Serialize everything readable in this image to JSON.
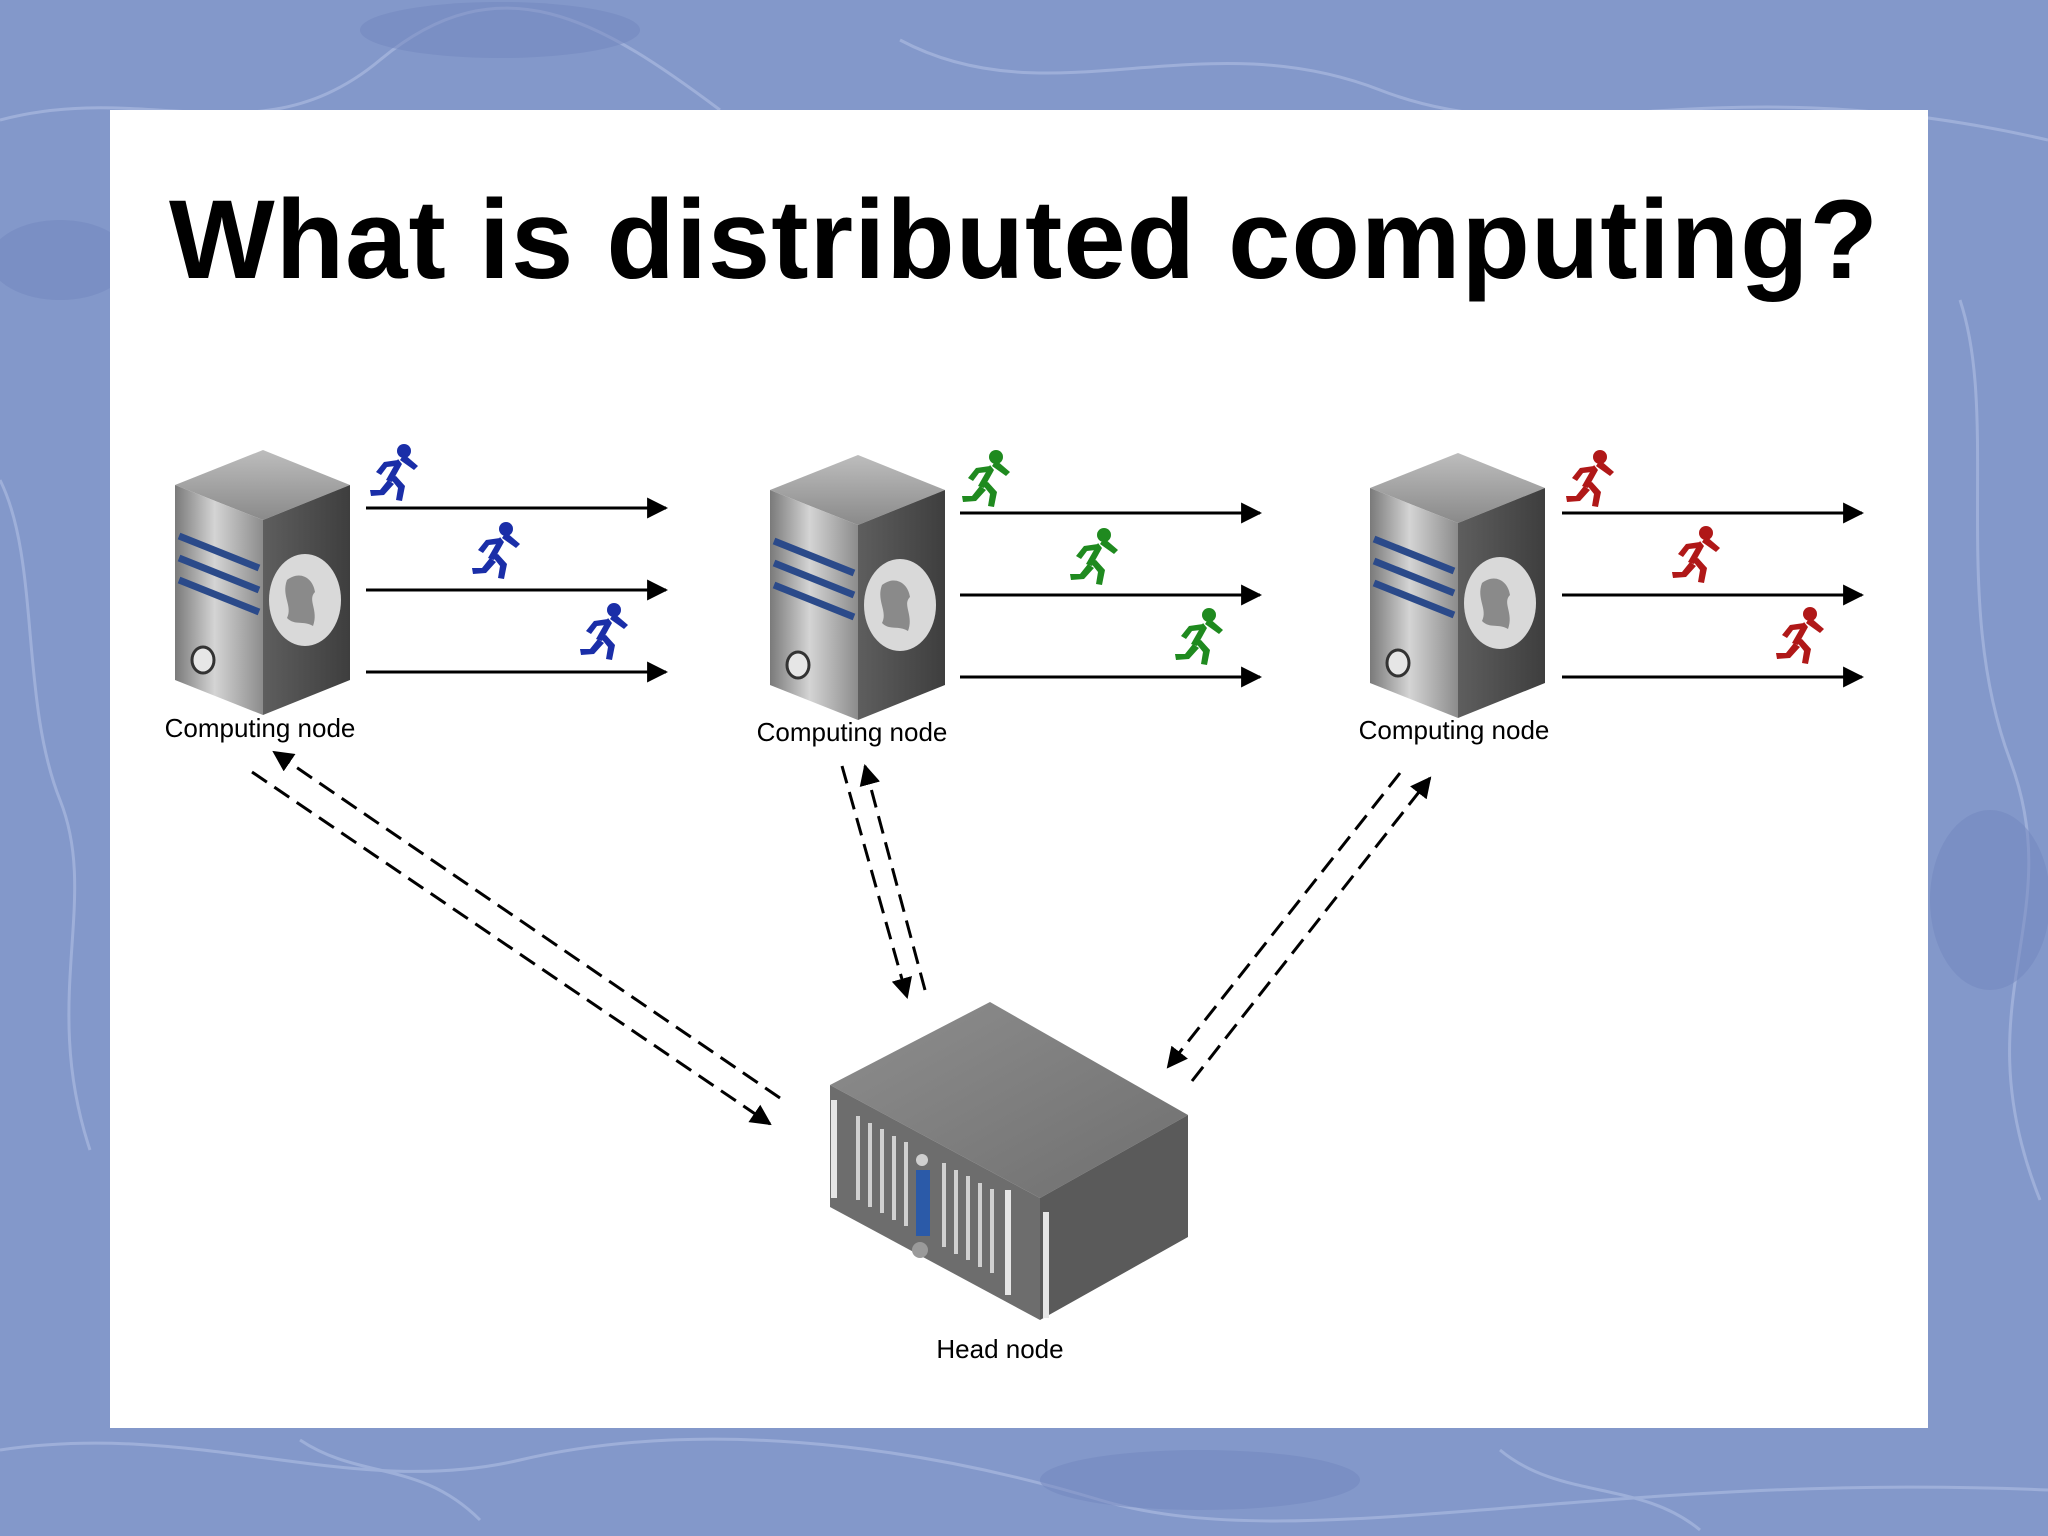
{
  "slide": {
    "title": "What is distributed computing?"
  },
  "diagram": {
    "computing_nodes": [
      {
        "label": "Computing node",
        "runner_color": "#1a2ea8"
      },
      {
        "label": "Computing node",
        "runner_color": "#1f8a1f"
      },
      {
        "label": "Computing node",
        "runner_color": "#b01818"
      }
    ],
    "head_node": {
      "label": "Head node"
    }
  },
  "colors": {
    "background": "#8197c9",
    "slide": "#ffffff",
    "arrows": "#000000"
  }
}
